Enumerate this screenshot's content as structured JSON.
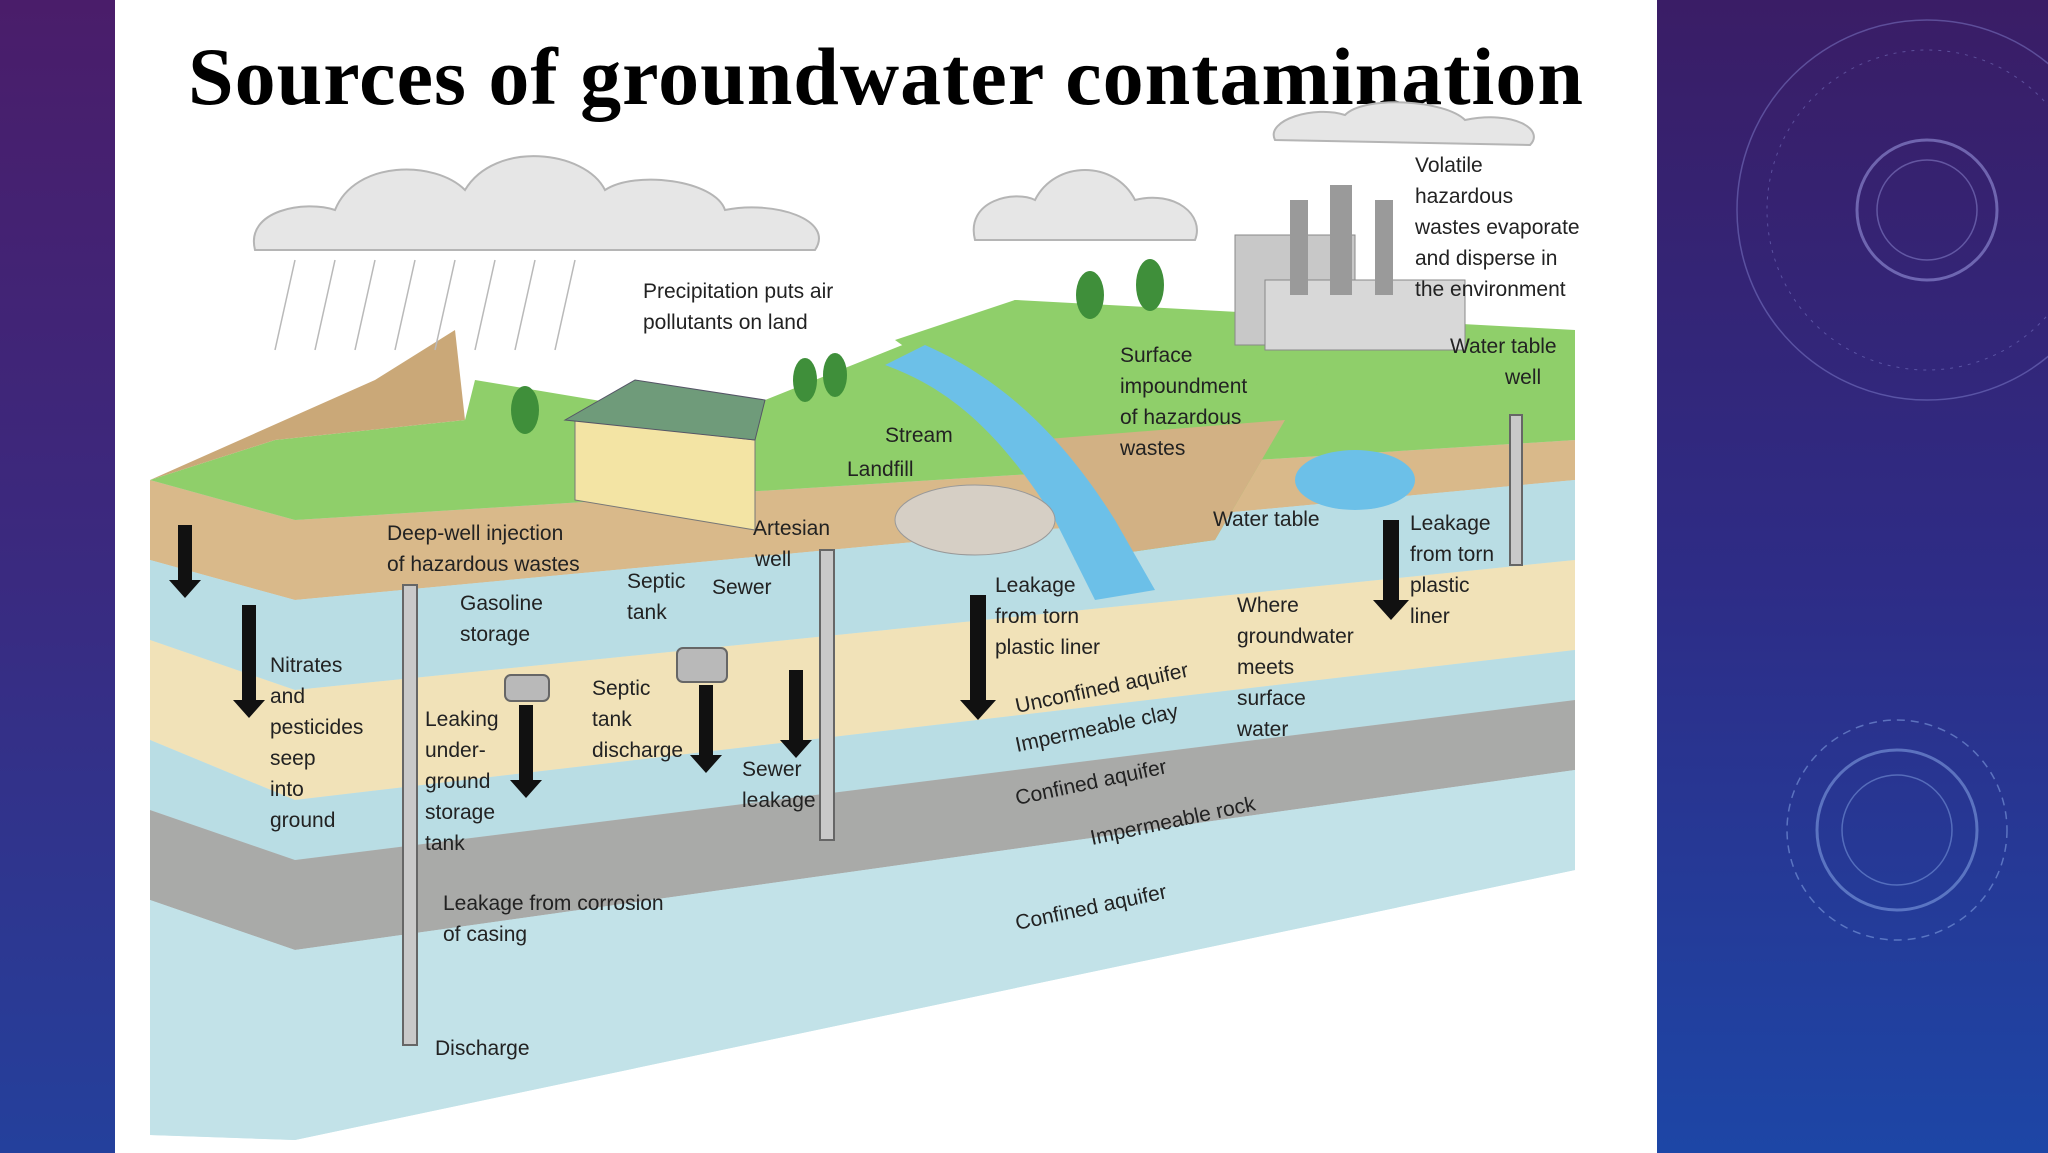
{
  "slide": {
    "title": "Sources of groundwater contamination"
  },
  "labels": {
    "precipitation": [
      "Precipitation puts air",
      "pollutants on land"
    ],
    "volatile": [
      "Volatile",
      "hazardous",
      "wastes evaporate",
      "and disperse in",
      "the environment"
    ],
    "water_table_well": [
      "Water table",
      "well"
    ],
    "surface_impoundment": [
      "Surface",
      "impoundment",
      "of hazardous",
      "wastes"
    ],
    "stream": "Stream",
    "landfill": "Landfill",
    "water_table": "Water table",
    "leakage_liner_right": [
      "Leakage",
      "from torn",
      "plastic",
      "liner"
    ],
    "deep_well": [
      "Deep-well injection",
      "of hazardous wastes"
    ],
    "artesian_well": [
      "Artesian",
      "well"
    ],
    "septic_tank": [
      "Septic",
      "tank"
    ],
    "sewer": "Sewer",
    "gasoline_storage": [
      "Gasoline",
      "storage"
    ],
    "leakage_liner_mid": [
      "Leakage",
      "from torn",
      "plastic liner"
    ],
    "where_groundwater": [
      "Where",
      "groundwater",
      "meets",
      "surface",
      "water"
    ],
    "nitrates": [
      "Nitrates",
      "and",
      "pesticides",
      "seep",
      "into",
      "ground"
    ],
    "leaking_tank": [
      "Leaking",
      "under-",
      "ground",
      "storage",
      "tank"
    ],
    "septic_discharge": [
      "Septic",
      "tank",
      "discharge"
    ],
    "sewer_leakage": [
      "Sewer",
      "leakage"
    ],
    "unconfined_aquifer": "Unconfined aquifer",
    "impermeable_clay": "Impermeable clay",
    "confined_aquifer_1": "Confined aquifer",
    "impermeable_rock": "Impermeable rock",
    "confined_aquifer_2": "Confined aquifer",
    "corrosion": [
      "Leakage from corrosion",
      "of casing"
    ],
    "discharge": "Discharge"
  },
  "colors": {
    "grass": "#8fcf6a",
    "soil": "#d9b98a",
    "aquifer": "#b9dde4",
    "clay": "#f1e2b8",
    "rock": "#a9aaa8",
    "water": "#6cc0e8"
  }
}
